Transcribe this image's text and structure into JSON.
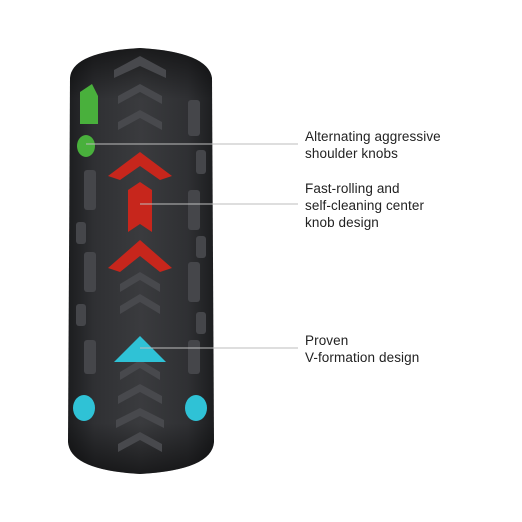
{
  "callouts": [
    {
      "lines": [
        "Alternating aggressive",
        "shoulder knobs"
      ]
    },
    {
      "lines": [
        "Fast-rolling and",
        "self-cleaning center",
        "knob design"
      ]
    },
    {
      "lines": [
        "Proven",
        "V-formation design"
      ]
    }
  ],
  "colors": {
    "background": "#ffffff",
    "tire_body": "#2b2c2e",
    "tread": "#3b3c3f",
    "shoulder_highlight": "#49b03c",
    "center_highlight": "#c7261c",
    "v_formation_highlight": "#2fc2d6",
    "leader_line": "#bdbdbd",
    "text": "#222222"
  }
}
